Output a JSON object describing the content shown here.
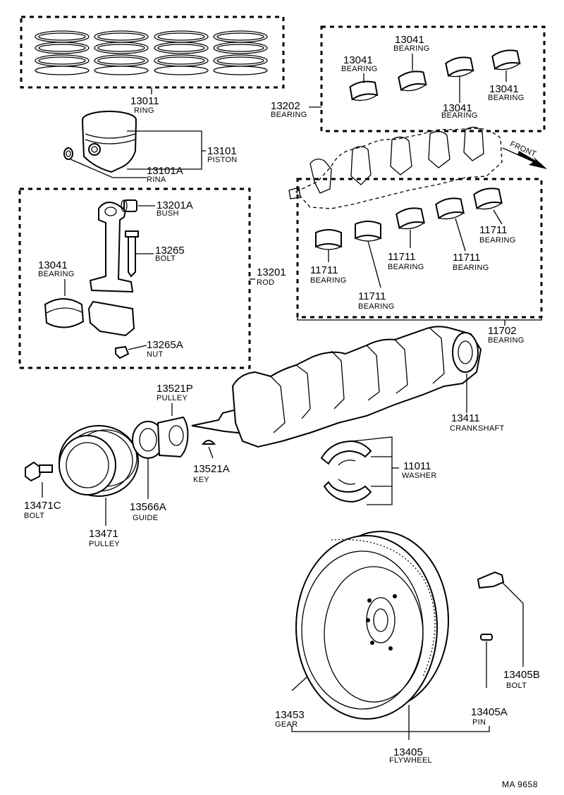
{
  "diagram_code": "MA 9658",
  "front_label": "FRONT",
  "callouts": {
    "ring_13011": {
      "num": "13011",
      "name": "RING"
    },
    "piston_13101": {
      "num": "13101",
      "name": "PISTON"
    },
    "ring_13101A": {
      "num": "13101A",
      "name": "RINA"
    },
    "bush_13201A": {
      "num": "13201A",
      "name": "BUSH"
    },
    "bolt_13265": {
      "num": "13265",
      "name": "BOLT"
    },
    "bearing_13041_rod": {
      "num": "13041",
      "name": "BEARING"
    },
    "rod_13201": {
      "num": "13201",
      "name": "ROD"
    },
    "nut_13265A": {
      "num": "13265A",
      "name": "NUT"
    },
    "bearing_13202": {
      "num": "13202",
      "name": "BEARING"
    },
    "bearing_13041_a": {
      "num": "13041",
      "name": "BEARING"
    },
    "bearing_13041_b": {
      "num": "13041",
      "name": "BEARING"
    },
    "bearing_13041_c": {
      "num": "13041",
      "name": "BEARING"
    },
    "bearing_13041_d": {
      "num": "13041",
      "name": "BEARING"
    },
    "bearing_11711_a": {
      "num": "11711",
      "name": "BEARING"
    },
    "bearing_11711_b": {
      "num": "11711",
      "name": "BEARING"
    },
    "bearing_11711_c": {
      "num": "11711",
      "name": "BEARING"
    },
    "bearing_11711_d": {
      "num": "11711",
      "name": "BEARING"
    },
    "bearing_11711_e": {
      "num": "11711",
      "name": "BEARING"
    },
    "bearing_11702": {
      "num": "11702",
      "name": "BEARING"
    },
    "crankshaft_13411": {
      "num": "13411",
      "name": "CRANKSHAFT"
    },
    "pulley_13521P": {
      "num": "13521P",
      "name": "PULLEY"
    },
    "key_13521A": {
      "num": "13521A",
      "name": "KEY"
    },
    "washer_11011": {
      "num": "11011",
      "name": "WASHER"
    },
    "bolt_13471C": {
      "num": "13471C",
      "name": "BOLT"
    },
    "guide_13566A": {
      "num": "13566A",
      "name": "GUIDE"
    },
    "pulley_13471": {
      "num": "13471",
      "name": "PULLEY"
    },
    "gear_13453": {
      "num": "13453",
      "name": "GEAR"
    },
    "flywheel_13405": {
      "num": "13405",
      "name": "FLYWHEEL"
    },
    "pin_13405A": {
      "num": "13405A",
      "name": "PIN"
    },
    "bolt_13405B": {
      "num": "13405B",
      "name": "BOLT"
    }
  }
}
